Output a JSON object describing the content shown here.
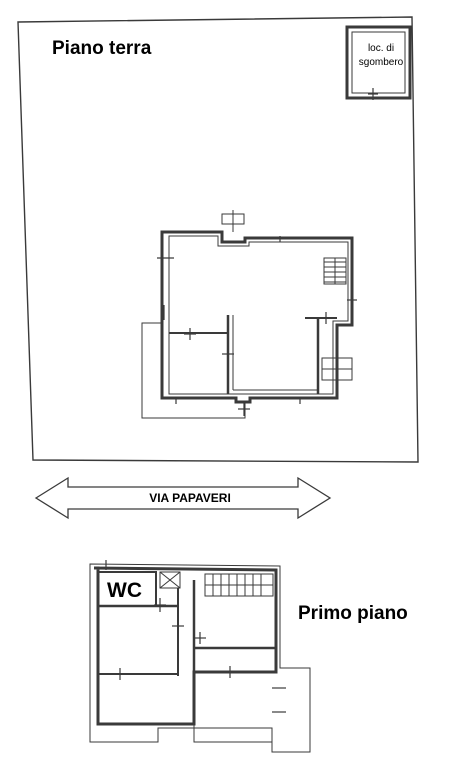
{
  "ground_floor": {
    "title": "Piano terra",
    "storage_room_label": "loc. di sgombero"
  },
  "street": {
    "label": "VIA PAPAVERI"
  },
  "first_floor": {
    "title": "Primo piano",
    "wc_label": "WC"
  },
  "colors": {
    "line": "#3a3a3a",
    "background": "#ffffff",
    "text": "#000000"
  }
}
